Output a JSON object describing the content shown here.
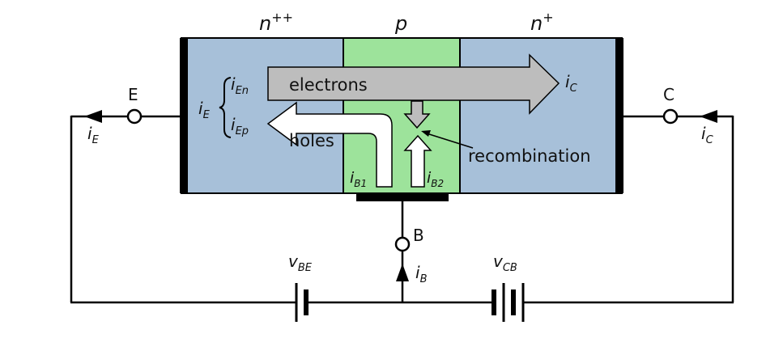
{
  "regions": {
    "emitter": "n",
    "emitter_sup": "++",
    "base": "p",
    "collector": "n",
    "collector_sup": "+"
  },
  "terminals": {
    "emitter": "E",
    "collector": "C",
    "base": "B"
  },
  "flows": {
    "electrons": "electrons",
    "holes": "holes",
    "recombination": "recombination"
  },
  "currents": {
    "ie_base": "i",
    "ie_sub": "E",
    "ien_base": "i",
    "ien_sub": "En",
    "iep_base": "i",
    "iep_sub": "Ep",
    "ic_base": "i",
    "ic_sub": "C",
    "ib_base": "i",
    "ib_sub": "B",
    "ib1_base": "i",
    "ib1_sub": "B1",
    "ib2_base": "i",
    "ib2_sub": "B2"
  },
  "sources": {
    "vbe_base": "v",
    "vbe_sub": "BE",
    "vcb_base": "v",
    "vcb_sub": "CB"
  },
  "colors": {
    "n_region": "#a7c0d9",
    "p_region": "#9de39b",
    "electron_arrow": "#bdbdbd",
    "hole_arrow": "#ffffff",
    "wire": "#000000",
    "text": "#111111"
  }
}
